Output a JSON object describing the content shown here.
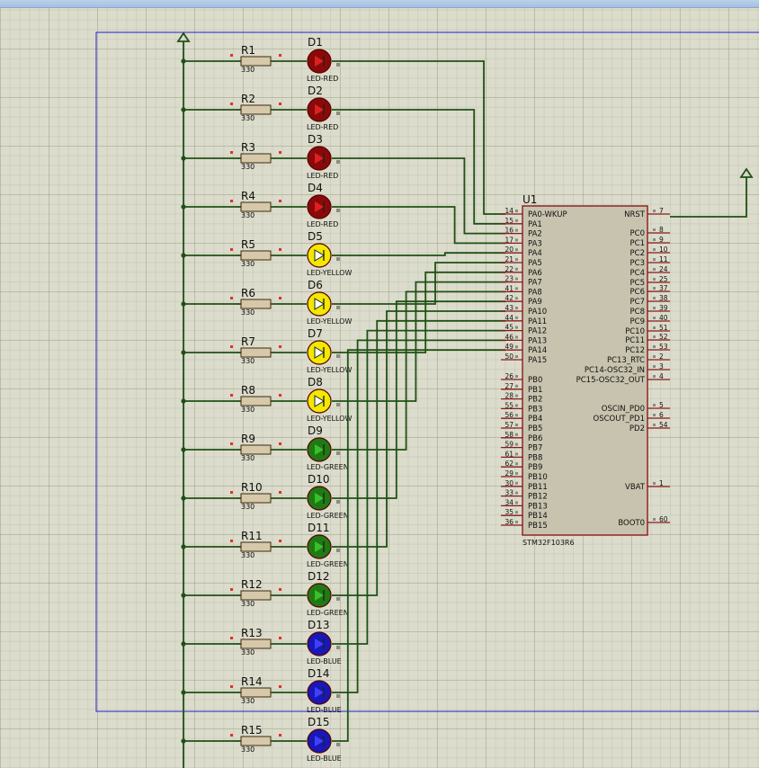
{
  "resistors": [
    {
      "ref": "R1",
      "value": "330"
    },
    {
      "ref": "R2",
      "value": "330"
    },
    {
      "ref": "R3",
      "value": "330"
    },
    {
      "ref": "R4",
      "value": "330"
    },
    {
      "ref": "R5",
      "value": "330"
    },
    {
      "ref": "R6",
      "value": "330"
    },
    {
      "ref": "R7",
      "value": "330"
    },
    {
      "ref": "R8",
      "value": "330"
    },
    {
      "ref": "R9",
      "value": "330"
    },
    {
      "ref": "R10",
      "value": "330"
    },
    {
      "ref": "R11",
      "value": "330"
    },
    {
      "ref": "R12",
      "value": "330"
    },
    {
      "ref": "R13",
      "value": "330"
    },
    {
      "ref": "R14",
      "value": "330"
    },
    {
      "ref": "R15",
      "value": "330"
    }
  ],
  "leds": [
    {
      "ref": "D1",
      "type": "LED-RED",
      "color": "red"
    },
    {
      "ref": "D2",
      "type": "LED-RED",
      "color": "red"
    },
    {
      "ref": "D3",
      "type": "LED-RED",
      "color": "red"
    },
    {
      "ref": "D4",
      "type": "LED-RED",
      "color": "red"
    },
    {
      "ref": "D5",
      "type": "LED-YELLOW",
      "color": "yellow"
    },
    {
      "ref": "D6",
      "type": "LED-YELLOW",
      "color": "yellow"
    },
    {
      "ref": "D7",
      "type": "LED-YELLOW",
      "color": "yellow"
    },
    {
      "ref": "D8",
      "type": "LED-YELLOW",
      "color": "yellow"
    },
    {
      "ref": "D9",
      "type": "LED-GREEN",
      "color": "green"
    },
    {
      "ref": "D10",
      "type": "LED-GREEN",
      "color": "green"
    },
    {
      "ref": "D11",
      "type": "LED-GREEN",
      "color": "green"
    },
    {
      "ref": "D12",
      "type": "LED-GREEN",
      "color": "green"
    },
    {
      "ref": "D13",
      "type": "LED-BLUE",
      "color": "blue"
    },
    {
      "ref": "D14",
      "type": "LED-BLUE",
      "color": "blue"
    },
    {
      "ref": "D15",
      "type": "LED-BLUE",
      "color": "blue"
    }
  ],
  "mcu": {
    "ref": "U1",
    "part": "STM32F103R6",
    "left_pins": [
      {
        "num": "14",
        "name": "PA0-WKUP"
      },
      {
        "num": "15",
        "name": "PA1"
      },
      {
        "num": "16",
        "name": "PA2"
      },
      {
        "num": "17",
        "name": "PA3"
      },
      {
        "num": "20",
        "name": "PA4"
      },
      {
        "num": "21",
        "name": "PA5"
      },
      {
        "num": "22",
        "name": "PA6"
      },
      {
        "num": "23",
        "name": "PA7"
      },
      {
        "num": "41",
        "name": "PA8"
      },
      {
        "num": "42",
        "name": "PA9"
      },
      {
        "num": "43",
        "name": "PA10"
      },
      {
        "num": "44",
        "name": "PA11"
      },
      {
        "num": "45",
        "name": "PA12"
      },
      {
        "num": "46",
        "name": "PA13"
      },
      {
        "num": "49",
        "name": "PA14"
      },
      {
        "num": "50",
        "name": "PA15"
      },
      {
        "num": "26",
        "name": "PB0"
      },
      {
        "num": "27",
        "name": "PB1"
      },
      {
        "num": "28",
        "name": "PB2"
      },
      {
        "num": "55",
        "name": "PB3"
      },
      {
        "num": "56",
        "name": "PB4"
      },
      {
        "num": "57",
        "name": "PB5"
      },
      {
        "num": "58",
        "name": "PB6"
      },
      {
        "num": "59",
        "name": "PB7"
      },
      {
        "num": "61",
        "name": "PB8"
      },
      {
        "num": "62",
        "name": "PB9"
      },
      {
        "num": "29",
        "name": "PB10"
      },
      {
        "num": "30",
        "name": "PB11"
      },
      {
        "num": "33",
        "name": "PB12"
      },
      {
        "num": "34",
        "name": "PB13"
      },
      {
        "num": "35",
        "name": "PB14"
      },
      {
        "num": "36",
        "name": "PB15"
      }
    ],
    "right_pins": [
      {
        "num": "7",
        "name": "NRST"
      },
      {
        "num": "8",
        "name": "PC0"
      },
      {
        "num": "9",
        "name": "PC1"
      },
      {
        "num": "10",
        "name": "PC2"
      },
      {
        "num": "11",
        "name": "PC3"
      },
      {
        "num": "24",
        "name": "PC4"
      },
      {
        "num": "25",
        "name": "PC5"
      },
      {
        "num": "37",
        "name": "PC6"
      },
      {
        "num": "38",
        "name": "PC7"
      },
      {
        "num": "39",
        "name": "PC8"
      },
      {
        "num": "40",
        "name": "PC9"
      },
      {
        "num": "51",
        "name": "PC10"
      },
      {
        "num": "52",
        "name": "PC11"
      },
      {
        "num": "53",
        "name": "PC12"
      },
      {
        "num": "2",
        "name": "PC13_RTC"
      },
      {
        "num": "3",
        "name": "PC14-OSC32_IN"
      },
      {
        "num": "4",
        "name": "PC15-OSC32_OUT"
      },
      {
        "num": "5",
        "name": "OSCIN_PD0"
      },
      {
        "num": "6",
        "name": "OSCOUT_PD1"
      },
      {
        "num": "54",
        "name": "PD2"
      },
      {
        "num": "1",
        "name": "VBAT"
      },
      {
        "num": "60",
        "name": "BOOT0"
      }
    ]
  },
  "colors": {
    "wire": "#1e5014",
    "chip_fill": "#c8c3ae",
    "chip_border": "#8b1a1a",
    "resistor_fill": "#d6c8a8",
    "border_frame": "#2020d0"
  }
}
